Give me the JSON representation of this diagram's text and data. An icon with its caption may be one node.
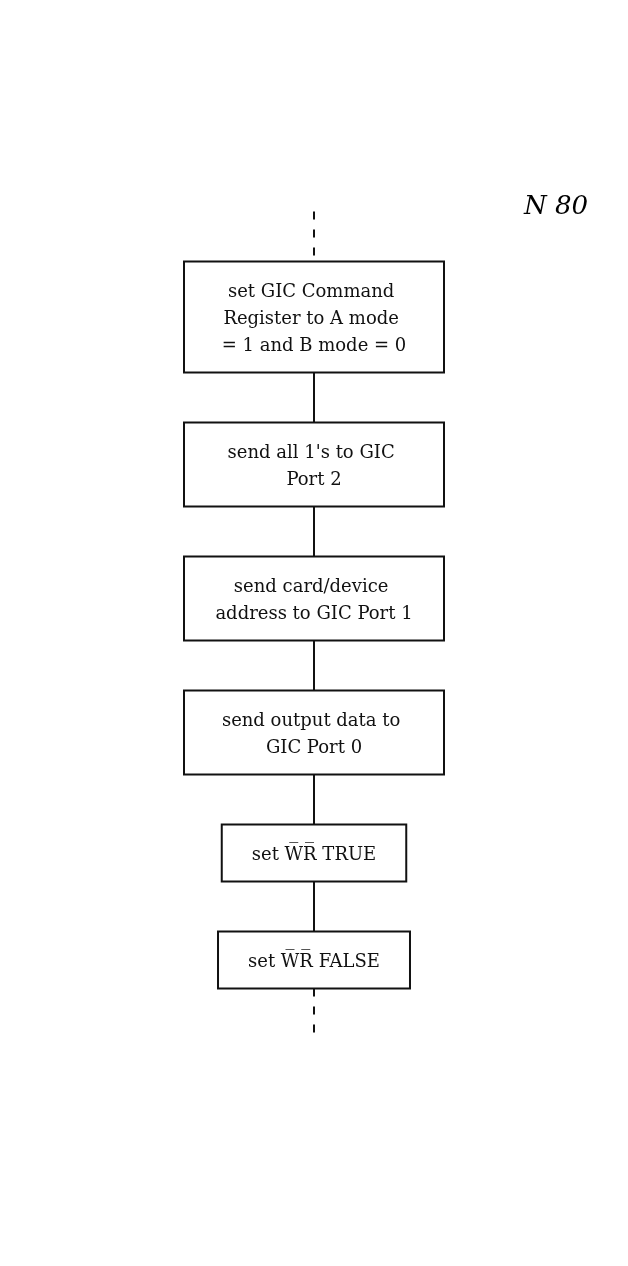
{
  "diagram": {
    "nodes": [
      {
        "text": [
          "set GIC Command Register to A mode = 1 and B mode = 0"
        ]
      },
      {
        "text": [
          "send all 1's to GIC Port 2"
        ]
      },
      {
        "text": [
          "send card/device address to GIC Port 1"
        ]
      },
      {
        "text": [
          "send output data to GIC Port 0"
        ]
      },
      {
        "text": [
          "set W̅R̅ TRUE"
        ]
      },
      {
        "text": [
          "set W̅R̅ FALSE"
        ]
      }
    ],
    "edges": [
      {
        "from": null,
        "to": 0,
        "arrow": "none",
        "style": "dashed"
      },
      {
        "from": 0,
        "to": 1,
        "arrow": "none"
      },
      {
        "from": 1,
        "to": 2,
        "arrow": "none"
      },
      {
        "from": 2,
        "to": 3,
        "arrow": "none"
      },
      {
        "from": 3,
        "to": 4,
        "arrow": "none"
      },
      {
        "from": 4,
        "to": 5,
        "arrow": "none"
      },
      {
        "from": 5,
        "to": null,
        "arrow": "none",
        "style": "dashed"
      }
    ],
    "labels": [
      "N 80"
    ]
  }
}
